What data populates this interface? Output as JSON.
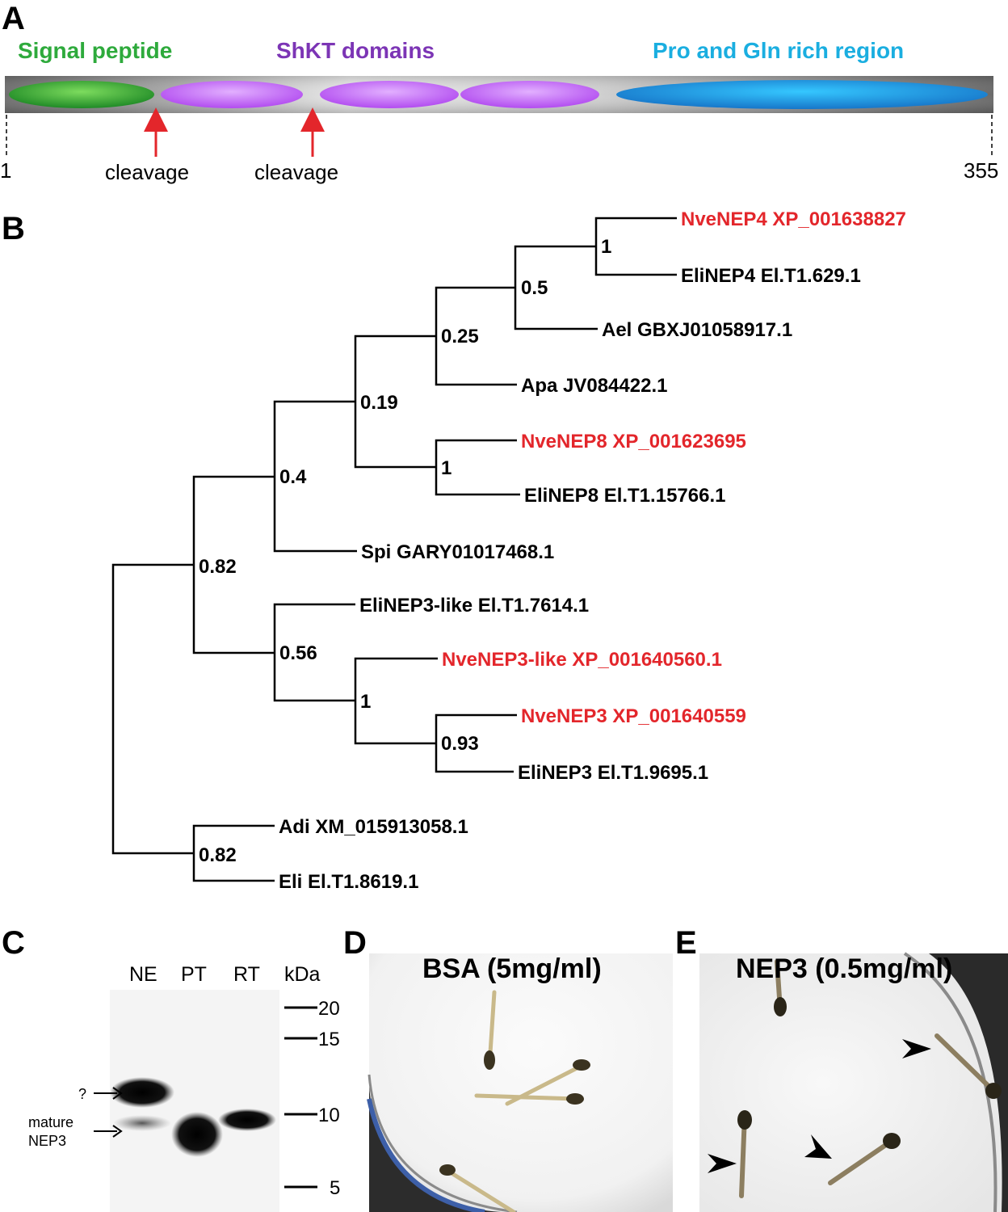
{
  "panels": {
    "a": "A",
    "b": "B",
    "c": "C",
    "d": "D",
    "e": "E"
  },
  "domain_map": {
    "signal_peptide": "Signal peptide",
    "shkt_domains": "ShKT domains",
    "pro_gln_region": "Pro and Gln rich region",
    "start_pos": "1",
    "end_pos": "355",
    "cleavage_1": "cleavage",
    "cleavage_2": "cleavage",
    "colors": {
      "signal": "#2eaa3c",
      "shkt": "#7c35b5",
      "progln": "#1aaee0",
      "arrow": "#e3262b"
    }
  },
  "tree": {
    "leaves": [
      {
        "label": "NveNEP4 XP_001638827",
        "highlight": true
      },
      {
        "label": "EliNEP4 El.T1.629.1",
        "highlight": false
      },
      {
        "label": "Ael GBXJ01058917.1",
        "highlight": false
      },
      {
        "label": "Apa JV084422.1",
        "highlight": false
      },
      {
        "label": "NveNEP8 XP_001623695",
        "highlight": true
      },
      {
        "label": "EliNEP8 El.T1.15766.1",
        "highlight": false
      },
      {
        "label": "Spi GARY01017468.1",
        "highlight": false
      },
      {
        "label": "EliNEP3-like El.T1.7614.1",
        "highlight": false
      },
      {
        "label": "NveNEP3-like XP_001640560.1",
        "highlight": true
      },
      {
        "label": "NveNEP3 XP_001640559",
        "highlight": true
      },
      {
        "label": "EliNEP3 El.T1.9695.1",
        "highlight": false
      },
      {
        "label": "Adi XM_015913058.1",
        "highlight": false
      },
      {
        "label": "Eli El.T1.8619.1",
        "highlight": false
      }
    ],
    "supports": [
      "1",
      "0.5",
      "0.25",
      "0.19",
      "1",
      "0.4",
      "0.82",
      "0.56",
      "1",
      "0.93",
      "0.82"
    ],
    "highlight_color": "#e3262b"
  },
  "blot": {
    "lanes": [
      "NE",
      "PT",
      "RT"
    ],
    "unit": "kDa",
    "markers": [
      "20",
      "15",
      "10",
      "5"
    ],
    "band_unknown": "?",
    "band_mature_1": "mature",
    "band_mature_2": "NEP3"
  },
  "photo_d": {
    "title": "BSA (5mg/ml)"
  },
  "photo_e": {
    "title": "NEP3 (0.5mg/ml)"
  }
}
